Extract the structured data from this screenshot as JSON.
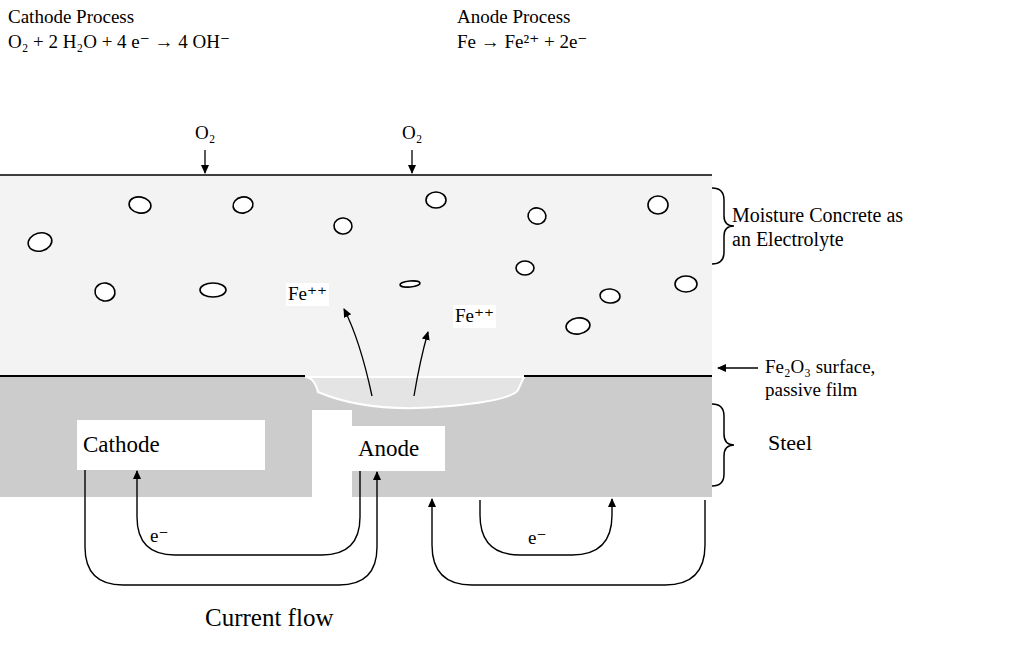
{
  "diagram": {
    "nodes": [
      {
        "text": [
          "Cathode"
        ]
      },
      {
        "text": [
          "Anode"
        ]
      }
    ],
    "edges": [
      {
        "from": 1,
        "to": 0,
        "arrow": "to",
        "label": "e⁻"
      },
      {
        "from": 0,
        "to": 1,
        "arrow": "to"
      }
    ],
    "labels": [
      "Cathode Process",
      "O₂ + 2 H₂O + 4 e⁻ → 4 OH⁻",
      "Anode Process",
      "Fe → Fe²⁺ + 2e⁻",
      "O₂",
      "O₂",
      "Fe⁺⁺",
      "Fe⁺⁺",
      "Moisture Concrete as an Electrolyte",
      "Fe₂O₃ surface, passive film",
      "Steel",
      "e⁻",
      "Current flow"
    ]
  }
}
